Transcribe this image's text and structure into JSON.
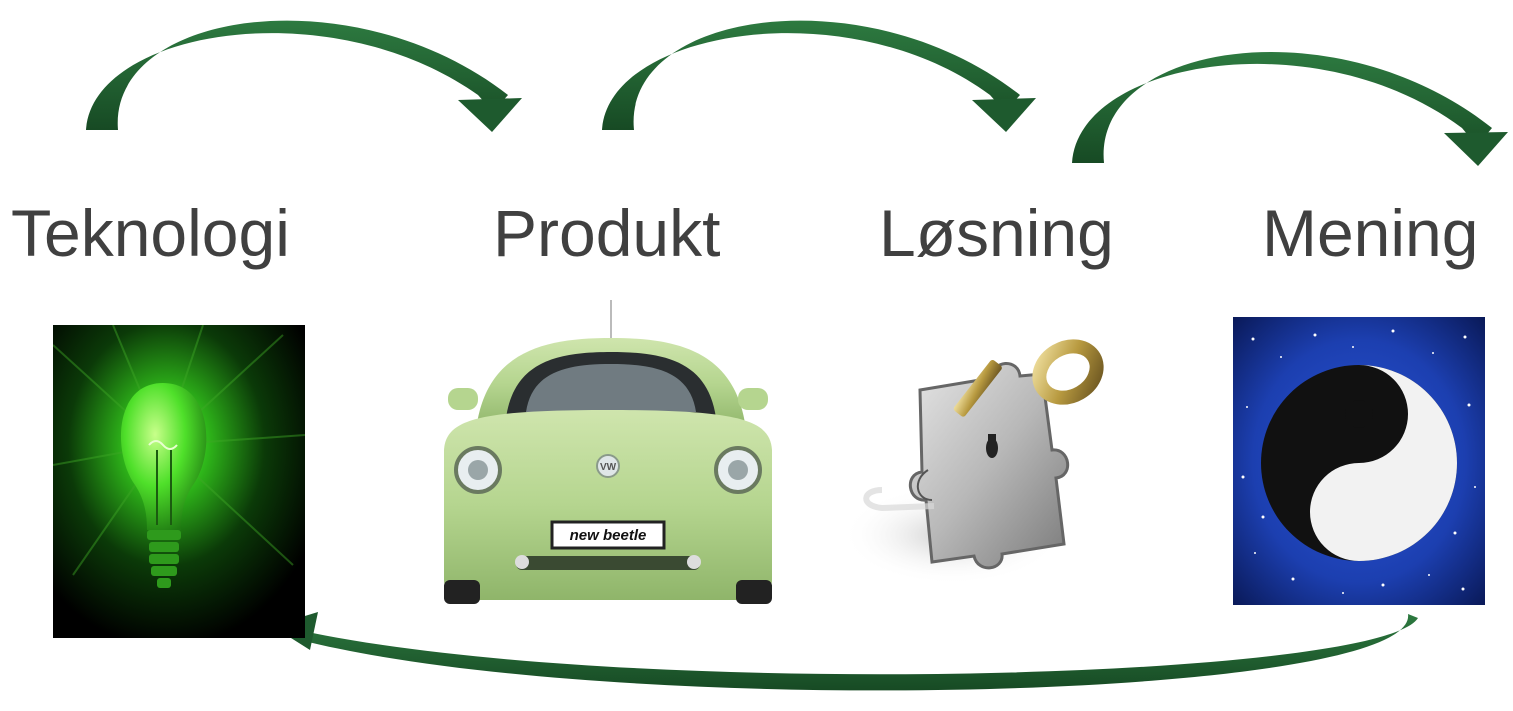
{
  "stages": [
    {
      "label": "Teknologi",
      "image": "green-light-bulb"
    },
    {
      "label": "Produkt",
      "image": "green-beetle-car"
    },
    {
      "label": "Løsning",
      "image": "key-in-puzzle-piece"
    },
    {
      "label": "Mening",
      "image": "yin-yang-on-starfield"
    }
  ],
  "car_plate": "new beetle",
  "colors": {
    "arrow": "#1e5a2e",
    "label_text": "#404040",
    "car_body": "#b5d58f",
    "bulb_green": "#4fe02a",
    "sky_blue": "#1c3fb0"
  }
}
